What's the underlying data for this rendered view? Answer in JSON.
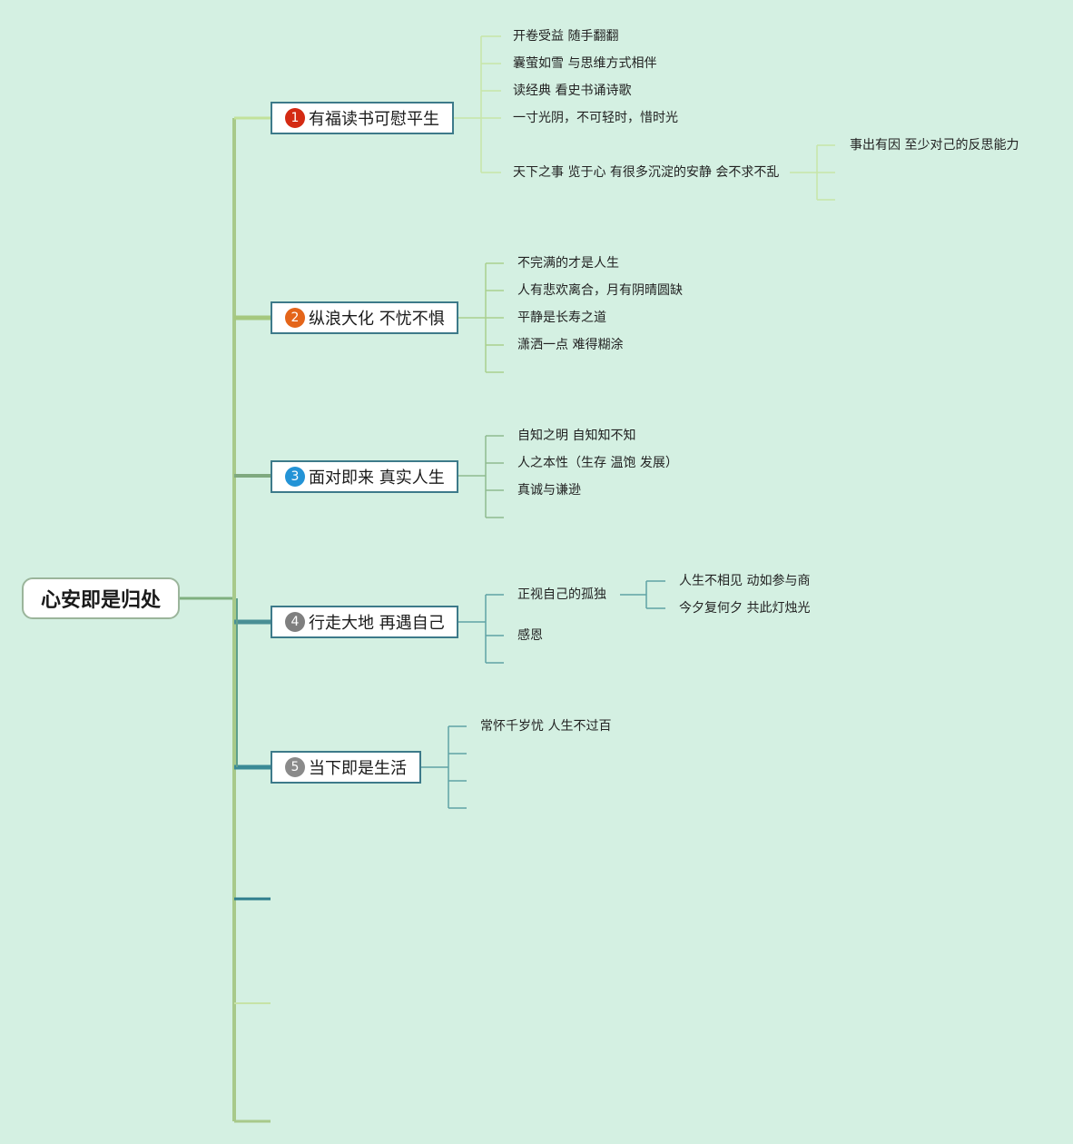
{
  "root": {
    "label": "心安即是归处"
  },
  "topics": [
    {
      "number": "1",
      "label": "有福读书可慰平生",
      "badge_color": "#d42a13",
      "items": [
        "开卷受益 随手翻翻",
        "囊萤如雪 与思维方式相伴",
        "读经典 看史书诵诗歌",
        "一寸光阴，不可轻时，惜时光",
        "天下之事 览于心 有很多沉淀的安静 会不求不乱"
      ],
      "sub_items": [
        "事出有因 至少对己的反思能力"
      ]
    },
    {
      "number": "2",
      "label": "纵浪大化 不忧不惧",
      "badge_color": "#e4651a",
      "items": [
        "不完满的才是人生",
        "人有悲欢离合，月有阴晴圆缺",
        "平静是长寿之道",
        "潇洒一点 难得糊涂"
      ]
    },
    {
      "number": "3",
      "label": "面对即来 真实人生",
      "badge_color": "#2393d6",
      "items": [
        "自知之明 自知知不知",
        "人之本性（生存 温饱 发展）",
        "真诚与谦逊"
      ]
    },
    {
      "number": "4",
      "label": "行走大地 再遇自己",
      "badge_color": "#7f7f7f",
      "items": [
        "正视自己的孤独",
        "感恩"
      ],
      "sub_items": [
        "人生不相见 动如参与商",
        "今夕复何夕 共此灯烛光"
      ]
    },
    {
      "number": "5",
      "label": "当下即是生活",
      "badge_color": "#8a8a8a",
      "items": [
        "常怀千岁忧 人生不过百"
      ]
    }
  ]
}
